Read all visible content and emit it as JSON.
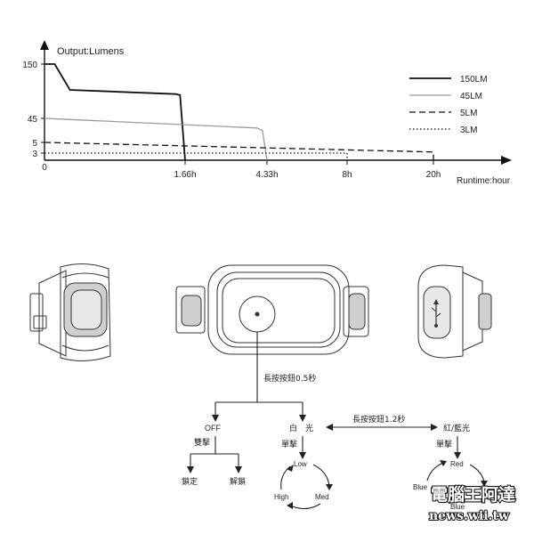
{
  "chart_data": {
    "type": "line",
    "ylabel": "Output:Lumens",
    "xlabel": "Runtime:hour",
    "y_ticks": [
      0,
      3,
      5,
      45,
      150
    ],
    "x_ticks": [
      "0",
      "1.66h",
      "4.33h",
      "8h",
      "20h"
    ],
    "legend_position": "top-right",
    "grid": false,
    "series": [
      {
        "name": "150LM",
        "style": "solid-bold",
        "points": [
          [
            0,
            150
          ],
          [
            0.12,
            150
          ],
          [
            0.3,
            100
          ],
          [
            1.55,
            92
          ],
          [
            1.6,
            90
          ],
          [
            1.66,
            0
          ]
        ]
      },
      {
        "name": "45LM",
        "style": "solid-gray",
        "points": [
          [
            0,
            45
          ],
          [
            0.3,
            43
          ],
          [
            4.0,
            29
          ],
          [
            4.18,
            25
          ],
          [
            4.33,
            0
          ]
        ]
      },
      {
        "name": "5LM",
        "style": "dashed",
        "points": [
          [
            0,
            5
          ],
          [
            20,
            3.2
          ],
          [
            20,
            0
          ]
        ]
      },
      {
        "name": "3LM",
        "style": "dotted",
        "points": [
          [
            0,
            3
          ],
          [
            8,
            3
          ],
          [
            8,
            0
          ]
        ]
      }
    ]
  },
  "diagram": {
    "long_press_05": "長按按鈕0.5秒",
    "long_press_12": "長按按鈕1.2秒",
    "off": "OFF",
    "white": "白　光",
    "red_blue": "紅/藍光",
    "double_click": "雙擊",
    "single_click": "單擊",
    "single_click_rb": "單擊",
    "lock": "鎖定",
    "unlock": "解鎖",
    "low": "Low",
    "med": "Med",
    "high": "High",
    "red": "Red",
    "blue": "Blue",
    "blue_bottom": "Blue"
  },
  "watermark": {
    "title": "電腦王阿達",
    "url": "news.wii.tw"
  }
}
